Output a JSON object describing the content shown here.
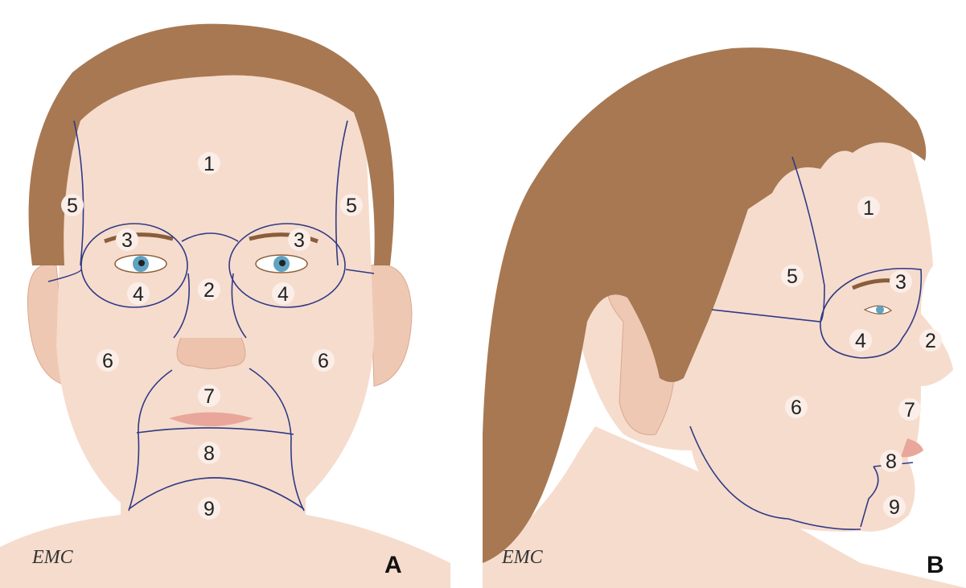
{
  "figure": {
    "panels": [
      {
        "id": "A",
        "view": "frontal",
        "letter": "A",
        "logo": "EMC",
        "zones": [
          {
            "n": "1"
          },
          {
            "n": "5"
          },
          {
            "n": "5"
          },
          {
            "n": "3"
          },
          {
            "n": "3"
          },
          {
            "n": "4"
          },
          {
            "n": "2"
          },
          {
            "n": "4"
          },
          {
            "n": "6"
          },
          {
            "n": "6"
          },
          {
            "n": "7"
          },
          {
            "n": "8"
          },
          {
            "n": "9"
          }
        ]
      },
      {
        "id": "B",
        "view": "profile",
        "letter": "B",
        "logo": "EMC",
        "zones": [
          {
            "n": "1"
          },
          {
            "n": "5"
          },
          {
            "n": "3"
          },
          {
            "n": "4"
          },
          {
            "n": "2"
          },
          {
            "n": "6"
          },
          {
            "n": "7"
          },
          {
            "n": "8"
          },
          {
            "n": "9"
          }
        ]
      }
    ],
    "colors": {
      "skin": "#f6dccd",
      "skin_shadow": "#edc3ad",
      "hair": "#a77852",
      "hair_dark": "#8a5e3c",
      "line": "#2f3a86",
      "iris": "#5fa3c2"
    }
  }
}
